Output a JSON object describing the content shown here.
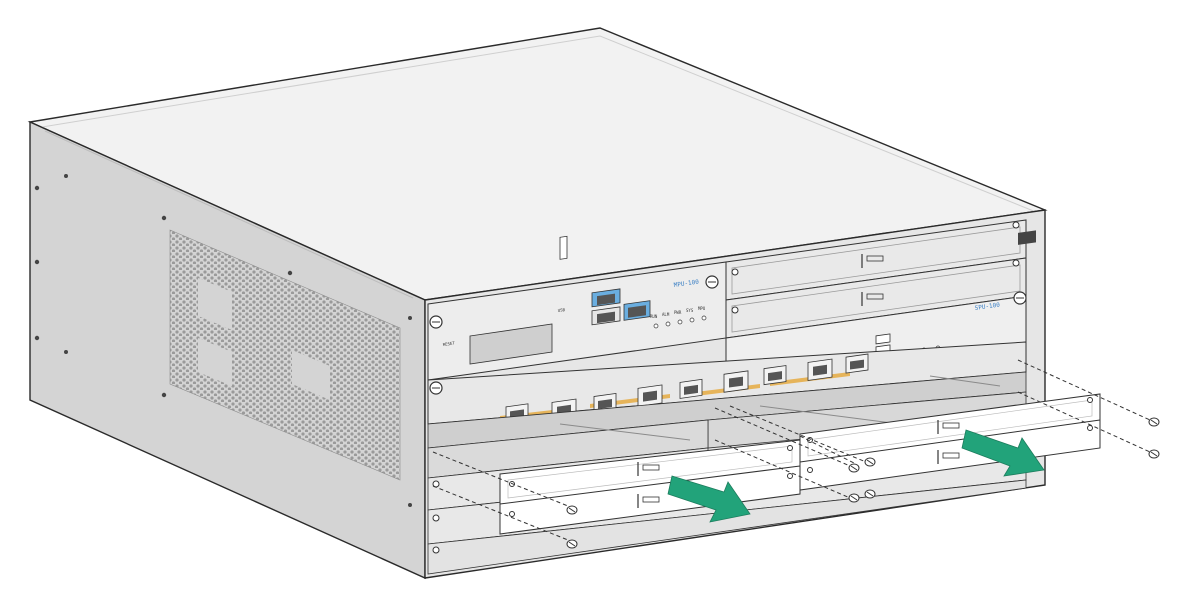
{
  "figure": {
    "caption": "",
    "labels": {
      "control_module_logo": "MPU-100",
      "interface_module_logo": "SPU-100",
      "usb_label": "USB",
      "reset_label": "RESET",
      "module_strip_text": "",
      "status_leds": [
        "RUN",
        "ALM",
        "PWR",
        "SYS",
        "MPU"
      ]
    }
  },
  "colors": {
    "chassis_top": "#f2f2f2",
    "chassis_side": "#d3d3d3",
    "front_panel": "#e6e6e6",
    "port_orange": "#e6b45a",
    "port_blue": "#6aaee0",
    "arrow_green": "#22a37a",
    "outline": "#2a2a2a"
  },
  "icons": {
    "removal_arrows": "arrow-right-down-icon",
    "screws": "screw-icon",
    "vent": "vent-grille-icon"
  }
}
